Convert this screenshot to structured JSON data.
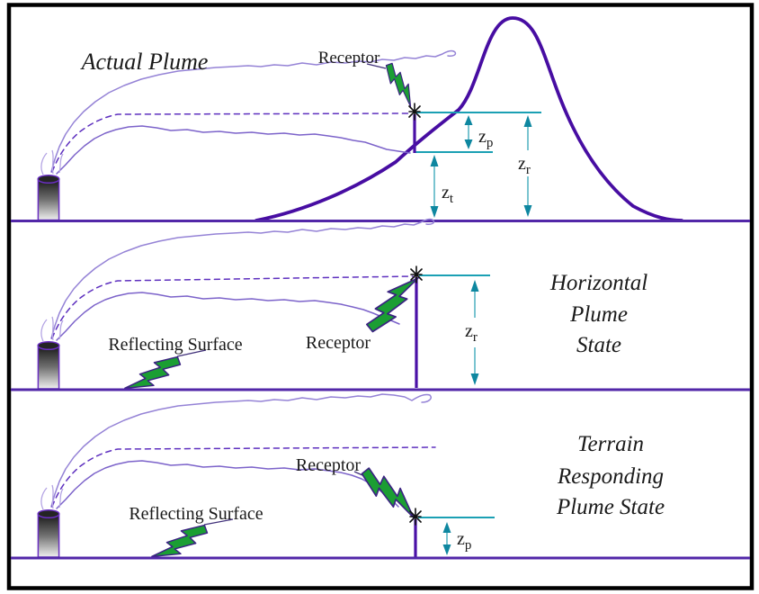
{
  "colors": {
    "frame": "#000000",
    "ground": "#5227a8",
    "terrain_hill": "#470da2",
    "plume_upper_outline": "#9583d6",
    "plume_lower_outline": "#7c63ca",
    "plume_centerline": "#5e30bf",
    "measurement_teal": "#1ba0b4",
    "arrow_head_teal": "#0e87a0",
    "lightning_green": "#1b9e33",
    "lightning_outline": "#3b2382",
    "text": "#1a1a1a",
    "stack_outline": "#6a2fc2"
  },
  "panel1": {
    "title": "Actual Plume",
    "receptor_label": "Receptor",
    "z_plume": {
      "base": "z",
      "sub": "p"
    },
    "z_receptor": {
      "base": "z",
      "sub": "r"
    },
    "z_terrain": {
      "base": "z",
      "sub": "t"
    }
  },
  "panel2": {
    "title_lines": [
      "Horizontal",
      "Plume",
      "State"
    ],
    "receptor_label": "Receptor",
    "reflecting_surface_label": "Reflecting Surface",
    "z_receptor": {
      "base": "z",
      "sub": "r"
    }
  },
  "panel3": {
    "title_lines": [
      "Terrain",
      "Responding",
      "Plume State"
    ],
    "receptor_label": "Receptor",
    "reflecting_surface_label": "Reflecting Surface",
    "z_plume": {
      "base": "z",
      "sub": "p"
    }
  }
}
